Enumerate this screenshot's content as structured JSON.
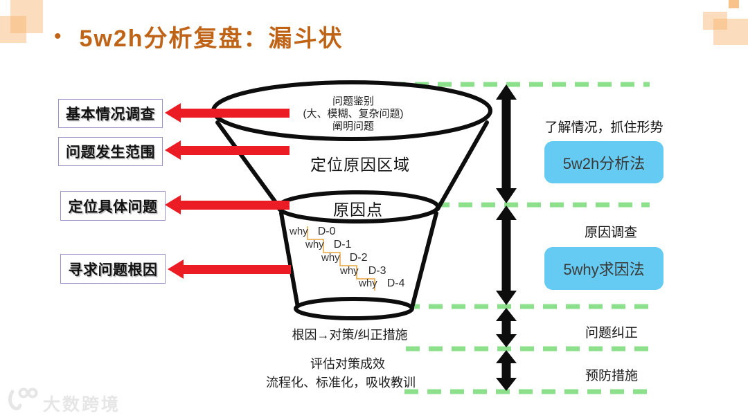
{
  "colors": {
    "accent-orange": "#BF6417",
    "deco-peach": "#F5AE63",
    "red-arrow": "#EC1C24",
    "green-dash": "#8CE08C",
    "blue-box-bg": "#66CBF2",
    "purple-border": "#9E91C6",
    "ink": "#0d0d0d",
    "watermark": "#E6E6E6"
  },
  "title": {
    "bullet": "•",
    "text": "5w2h分析复盘：漏斗状"
  },
  "left_boxes": [
    {
      "label": "基本情况调查"
    },
    {
      "label": "问题发生范围"
    },
    {
      "label": "定位具体问题"
    },
    {
      "label": "寻求问题根因"
    }
  ],
  "funnel": {
    "top_lines": [
      "问题鉴别",
      "(大、模糊、复杂问题)",
      "阐明问题"
    ],
    "zone_label": "定位原因区域",
    "cause_point_label": "原因点",
    "why_steps": [
      {
        "why": "why",
        "label": "D-0"
      },
      {
        "why": "why",
        "label": "D-1"
      },
      {
        "why": "why",
        "label": "D-2"
      },
      {
        "why": "why",
        "label": "D-3"
      },
      {
        "why": "why",
        "label": "D-4"
      }
    ]
  },
  "bottom_notes": [
    "根因→对策/纠正措施",
    "评估对策成效",
    "流程化、标准化，吸收教训"
  ],
  "right_panel": {
    "sections": [
      {
        "caption": "了解情况，抓住形势",
        "tag": "5w2h分析法"
      },
      {
        "caption": "原因调查",
        "tag": "5why求因法"
      },
      {
        "caption": "问题纠正"
      },
      {
        "caption": "预防措施"
      }
    ]
  },
  "watermark": {
    "brand": "大数跨境"
  }
}
